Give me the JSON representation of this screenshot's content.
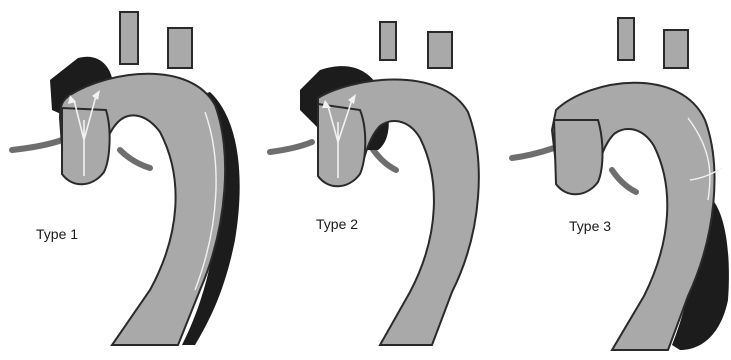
{
  "panels": [
    {
      "label": "Type 1"
    },
    {
      "label": "Type 2"
    },
    {
      "label": "Type 3"
    }
  ],
  "colors": {
    "aorta_fill": "#a9a9a9",
    "aorta_outline": "#2a2a2a",
    "dissection": "#1c1c1c",
    "inner_line": "#f2f2f2"
  }
}
